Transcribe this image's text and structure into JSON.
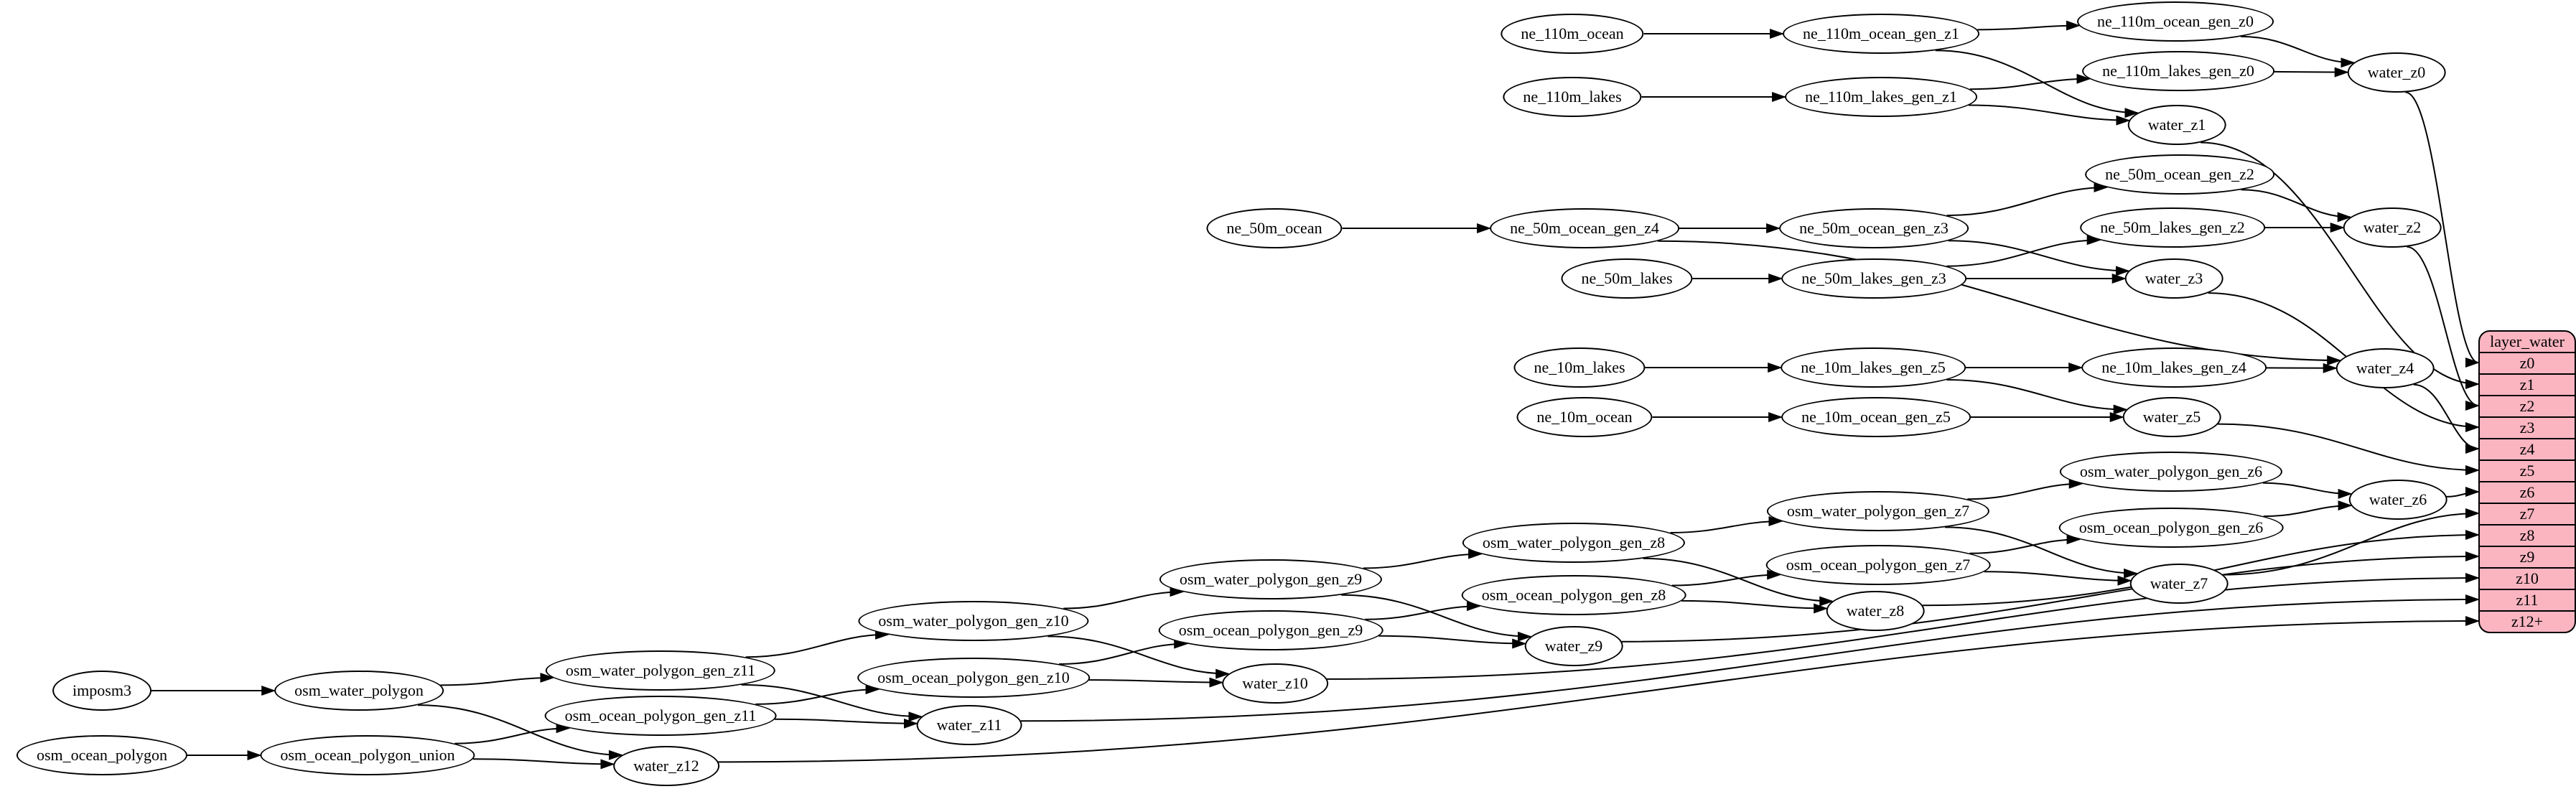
{
  "diagram": {
    "kind": "dependency-graph",
    "background": "#ffffff",
    "node_fill": "#ffffff",
    "node_stroke": "#000000",
    "edge_color": "#000000",
    "table_fill": "#FAB5C1"
  },
  "nodes": {
    "ne_110m_ocean": {
      "label": "ne_110m_ocean"
    },
    "ne_110m_ocean_gen_z1": {
      "label": "ne_110m_ocean_gen_z1"
    },
    "ne_110m_ocean_gen_z0": {
      "label": "ne_110m_ocean_gen_z0"
    },
    "ne_110m_lakes": {
      "label": "ne_110m_lakes"
    },
    "ne_110m_lakes_gen_z1": {
      "label": "ne_110m_lakes_gen_z1"
    },
    "ne_110m_lakes_gen_z0": {
      "label": "ne_110m_lakes_gen_z0"
    },
    "water_z0": {
      "label": "water_z0"
    },
    "water_z1": {
      "label": "water_z1"
    },
    "ne_50m_ocean": {
      "label": "ne_50m_ocean"
    },
    "ne_50m_ocean_gen_z4": {
      "label": "ne_50m_ocean_gen_z4"
    },
    "ne_50m_ocean_gen_z3": {
      "label": "ne_50m_ocean_gen_z3"
    },
    "ne_50m_ocean_gen_z2": {
      "label": "ne_50m_ocean_gen_z2"
    },
    "ne_50m_lakes": {
      "label": "ne_50m_lakes"
    },
    "ne_50m_lakes_gen_z3": {
      "label": "ne_50m_lakes_gen_z3"
    },
    "ne_50m_lakes_gen_z2": {
      "label": "ne_50m_lakes_gen_z2"
    },
    "water_z2": {
      "label": "water_z2"
    },
    "water_z3": {
      "label": "water_z3"
    },
    "ne_10m_lakes": {
      "label": "ne_10m_lakes"
    },
    "ne_10m_lakes_gen_z5": {
      "label": "ne_10m_lakes_gen_z5"
    },
    "ne_10m_lakes_gen_z4": {
      "label": "ne_10m_lakes_gen_z4"
    },
    "ne_10m_ocean": {
      "label": "ne_10m_ocean"
    },
    "ne_10m_ocean_gen_z5": {
      "label": "ne_10m_ocean_gen_z5"
    },
    "water_z4": {
      "label": "water_z4"
    },
    "water_z5": {
      "label": "water_z5"
    },
    "imposm3": {
      "label": "imposm3"
    },
    "osm_water_polygon": {
      "label": "osm_water_polygon"
    },
    "osm_ocean_polygon": {
      "label": "osm_ocean_polygon"
    },
    "osm_ocean_polygon_union": {
      "label": "osm_ocean_polygon_union"
    },
    "osm_water_polygon_gen_z11": {
      "label": "osm_water_polygon_gen_z11"
    },
    "osm_ocean_polygon_gen_z11": {
      "label": "osm_ocean_polygon_gen_z11"
    },
    "water_z12": {
      "label": "water_z12"
    },
    "osm_water_polygon_gen_z10": {
      "label": "osm_water_polygon_gen_z10"
    },
    "osm_ocean_polygon_gen_z10": {
      "label": "osm_ocean_polygon_gen_z10"
    },
    "water_z11": {
      "label": "water_z11"
    },
    "osm_water_polygon_gen_z9": {
      "label": "osm_water_polygon_gen_z9"
    },
    "osm_ocean_polygon_gen_z9": {
      "label": "osm_ocean_polygon_gen_z9"
    },
    "water_z10": {
      "label": "water_z10"
    },
    "osm_water_polygon_gen_z8": {
      "label": "osm_water_polygon_gen_z8"
    },
    "osm_ocean_polygon_gen_z8": {
      "label": "osm_ocean_polygon_gen_z8"
    },
    "water_z9": {
      "label": "water_z9"
    },
    "osm_water_polygon_gen_z7": {
      "label": "osm_water_polygon_gen_z7"
    },
    "osm_ocean_polygon_gen_z7": {
      "label": "osm_ocean_polygon_gen_z7"
    },
    "water_z8": {
      "label": "water_z8"
    },
    "osm_water_polygon_gen_z6": {
      "label": "osm_water_polygon_gen_z6"
    },
    "osm_ocean_polygon_gen_z6": {
      "label": "osm_ocean_polygon_gen_z6"
    },
    "water_z7": {
      "label": "water_z7"
    },
    "water_z6": {
      "label": "water_z6"
    }
  },
  "table": {
    "title": "layer_water",
    "rows": [
      "z0",
      "z1",
      "z2",
      "z3",
      "z4",
      "z5",
      "z6",
      "z7",
      "z8",
      "z9",
      "z10",
      "z11",
      "z12+"
    ]
  },
  "edges": [
    {
      "from": "ne_110m_ocean",
      "to": "ne_110m_ocean_gen_z1"
    },
    {
      "from": "ne_110m_ocean_gen_z1",
      "to": "ne_110m_ocean_gen_z0"
    },
    {
      "from": "ne_110m_ocean_gen_z1",
      "to": "water_z1"
    },
    {
      "from": "ne_110m_lakes",
      "to": "ne_110m_lakes_gen_z1"
    },
    {
      "from": "ne_110m_lakes_gen_z1",
      "to": "ne_110m_lakes_gen_z0"
    },
    {
      "from": "ne_110m_lakes_gen_z1",
      "to": "water_z1"
    },
    {
      "from": "ne_110m_ocean_gen_z0",
      "to": "water_z0"
    },
    {
      "from": "ne_110m_lakes_gen_z0",
      "to": "water_z0"
    },
    {
      "from": "water_z0",
      "to": "lw_z0"
    },
    {
      "from": "water_z1",
      "to": "lw_z1"
    },
    {
      "from": "ne_50m_ocean",
      "to": "ne_50m_ocean_gen_z4"
    },
    {
      "from": "ne_50m_ocean_gen_z4",
      "to": "ne_50m_ocean_gen_z3"
    },
    {
      "from": "ne_50m_ocean_gen_z4",
      "to": "water_z4"
    },
    {
      "from": "ne_50m_lakes",
      "to": "ne_50m_lakes_gen_z3"
    },
    {
      "from": "ne_50m_ocean_gen_z3",
      "to": "ne_50m_ocean_gen_z2"
    },
    {
      "from": "ne_50m_ocean_gen_z3",
      "to": "water_z3"
    },
    {
      "from": "ne_50m_lakes_gen_z3",
      "to": "ne_50m_lakes_gen_z2"
    },
    {
      "from": "ne_50m_lakes_gen_z3",
      "to": "water_z3"
    },
    {
      "from": "ne_50m_ocean_gen_z2",
      "to": "water_z2"
    },
    {
      "from": "ne_50m_lakes_gen_z2",
      "to": "water_z2"
    },
    {
      "from": "water_z2",
      "to": "lw_z2"
    },
    {
      "from": "water_z3",
      "to": "lw_z3"
    },
    {
      "from": "ne_10m_lakes",
      "to": "ne_10m_lakes_gen_z5"
    },
    {
      "from": "ne_10m_lakes_gen_z5",
      "to": "ne_10m_lakes_gen_z4"
    },
    {
      "from": "ne_10m_lakes_gen_z5",
      "to": "water_z5"
    },
    {
      "from": "ne_10m_ocean",
      "to": "ne_10m_ocean_gen_z5"
    },
    {
      "from": "ne_10m_ocean_gen_z5",
      "to": "water_z5"
    },
    {
      "from": "ne_10m_lakes_gen_z4",
      "to": "water_z4"
    },
    {
      "from": "water_z4",
      "to": "lw_z4"
    },
    {
      "from": "water_z5",
      "to": "lw_z5"
    },
    {
      "from": "imposm3",
      "to": "osm_water_polygon"
    },
    {
      "from": "osm_water_polygon",
      "to": "osm_water_polygon_gen_z11"
    },
    {
      "from": "osm_water_polygon",
      "to": "water_z12"
    },
    {
      "from": "osm_ocean_polygon",
      "to": "osm_ocean_polygon_union"
    },
    {
      "from": "osm_ocean_polygon_union",
      "to": "osm_ocean_polygon_gen_z11"
    },
    {
      "from": "osm_ocean_polygon_union",
      "to": "water_z12"
    },
    {
      "from": "osm_water_polygon_gen_z11",
      "to": "osm_water_polygon_gen_z10"
    },
    {
      "from": "osm_water_polygon_gen_z11",
      "to": "water_z11"
    },
    {
      "from": "osm_ocean_polygon_gen_z11",
      "to": "osm_ocean_polygon_gen_z10"
    },
    {
      "from": "osm_ocean_polygon_gen_z11",
      "to": "water_z11"
    },
    {
      "from": "osm_water_polygon_gen_z10",
      "to": "osm_water_polygon_gen_z9"
    },
    {
      "from": "osm_water_polygon_gen_z10",
      "to": "water_z10"
    },
    {
      "from": "osm_ocean_polygon_gen_z10",
      "to": "osm_ocean_polygon_gen_z9"
    },
    {
      "from": "osm_ocean_polygon_gen_z10",
      "to": "water_z10"
    },
    {
      "from": "osm_water_polygon_gen_z9",
      "to": "osm_water_polygon_gen_z8"
    },
    {
      "from": "osm_water_polygon_gen_z9",
      "to": "water_z9"
    },
    {
      "from": "osm_ocean_polygon_gen_z9",
      "to": "osm_ocean_polygon_gen_z8"
    },
    {
      "from": "osm_ocean_polygon_gen_z9",
      "to": "water_z9"
    },
    {
      "from": "osm_water_polygon_gen_z8",
      "to": "osm_water_polygon_gen_z7"
    },
    {
      "from": "osm_water_polygon_gen_z8",
      "to": "water_z8"
    },
    {
      "from": "osm_ocean_polygon_gen_z8",
      "to": "osm_ocean_polygon_gen_z7"
    },
    {
      "from": "osm_ocean_polygon_gen_z8",
      "to": "water_z8"
    },
    {
      "from": "osm_water_polygon_gen_z7",
      "to": "osm_water_polygon_gen_z6"
    },
    {
      "from": "osm_water_polygon_gen_z7",
      "to": "water_z7"
    },
    {
      "from": "osm_ocean_polygon_gen_z7",
      "to": "osm_ocean_polygon_gen_z6"
    },
    {
      "from": "osm_ocean_polygon_gen_z7",
      "to": "water_z7"
    },
    {
      "from": "osm_water_polygon_gen_z6",
      "to": "water_z6"
    },
    {
      "from": "osm_ocean_polygon_gen_z6",
      "to": "water_z6"
    },
    {
      "from": "water_z6",
      "to": "lw_z6"
    },
    {
      "from": "water_z7",
      "to": "lw_z7"
    },
    {
      "from": "water_z8",
      "to": "lw_z8"
    },
    {
      "from": "water_z9",
      "to": "lw_z9"
    },
    {
      "from": "water_z10",
      "to": "lw_z10"
    },
    {
      "from": "water_z11",
      "to": "lw_z11"
    },
    {
      "from": "water_z12",
      "to": "lw_z12"
    }
  ]
}
